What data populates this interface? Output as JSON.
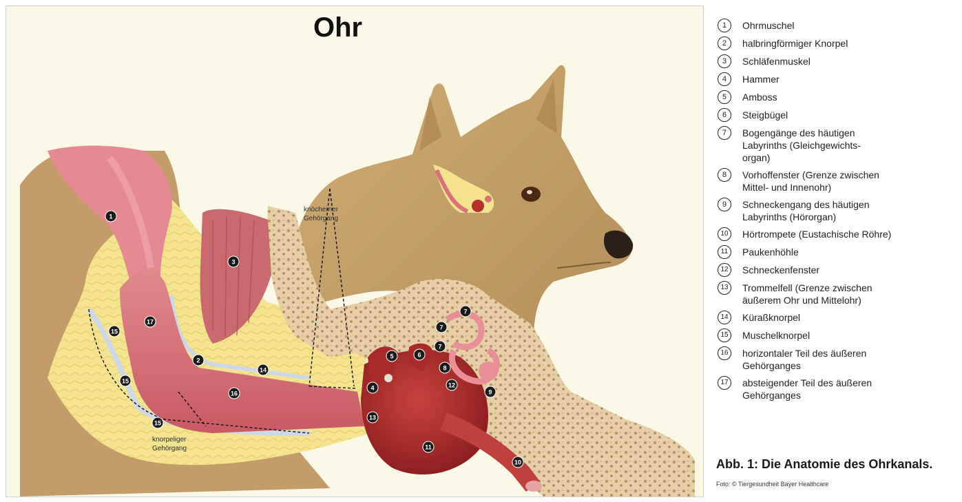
{
  "title": "Ohr",
  "annotations": {
    "bony_canal": [
      "knöcherner",
      "Gehörgang"
    ],
    "cartilage_canal": [
      "knorpeliger",
      "Gehörgang"
    ]
  },
  "markers": [
    "1",
    "2",
    "3",
    "4",
    "5",
    "6",
    "7",
    "7",
    "7",
    "8",
    "9",
    "10",
    "11",
    "12",
    "13",
    "14",
    "15",
    "15",
    "15",
    "16",
    "17"
  ],
  "legend": [
    {
      "num": "1",
      "text": "Ohrmuschel"
    },
    {
      "num": "2",
      "text": "halbringförmiger Knorpel"
    },
    {
      "num": "3",
      "text": "Schläfenmuskel"
    },
    {
      "num": "4",
      "text": "Hammer"
    },
    {
      "num": "5",
      "text": "Amboss"
    },
    {
      "num": "6",
      "text": "Steigbügel"
    },
    {
      "num": "7",
      "text": "Bogengänge des häutigen\nLabyrinths (Gleichgewichts-\norgan)"
    },
    {
      "num": "8",
      "text": "Vorhoffenster (Grenze zwischen\nMittel- und Innenohr)"
    },
    {
      "num": "9",
      "text": "Schneckengang des häutigen\nLabyrinths (Hörorgan)"
    },
    {
      "num": "10",
      "text": "Hörtrompete (Eustachische Röhre)"
    },
    {
      "num": "11",
      "text": "Paukenhöhle"
    },
    {
      "num": "12",
      "text": "Schneckenfenster"
    },
    {
      "num": "13",
      "text": "Trommelfell (Grenze zwischen\näußerem Ohr und Mittelohr)"
    },
    {
      "num": "14",
      "text": "Küraßknorpel"
    },
    {
      "num": "15",
      "text": "Muschelknorpel"
    },
    {
      "num": "16",
      "text": "horizontaler Teil des äußeren\nGehörganges"
    },
    {
      "num": "17",
      "text": "absteigender Teil des äußeren\nGehörganges"
    }
  ],
  "caption": "Abb. 1: Die Anatomie des Ohrkanals.",
  "credit": "Foto: © Tiergesundheit Bayer Healthcare",
  "colors": {
    "background": "#fbf8e8",
    "fat_tissue": "#f3e38e",
    "bone": "#e7cfa8",
    "canal": "#d9727a",
    "cavity": "#b5302d",
    "muscle": "#c86a6e",
    "dog_fur": "#c8a46e",
    "marker": "#1a1a1a"
  }
}
